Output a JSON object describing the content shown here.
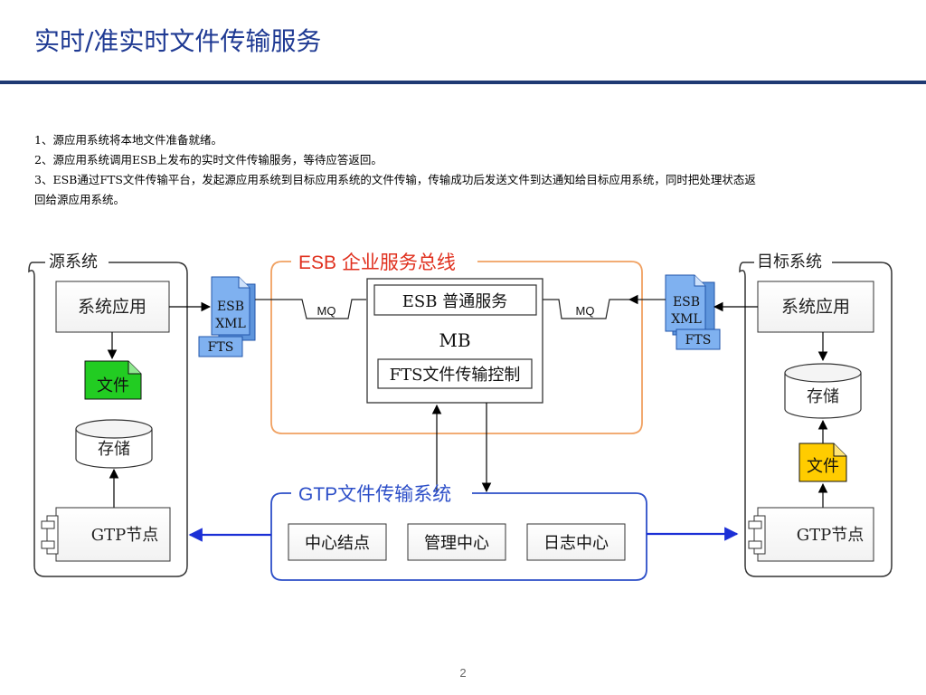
{
  "title": "实时/准实时文件传输服务",
  "description": [
    "1、源应用系统将本地文件准备就绪。",
    "2、源应用系统调用ESB上发布的实时文件传输服务，等待应答返回。",
    "3、ESB通过FTS文件传输平台，发起源应用系统到目标应用系统的文件传输，传输成功后发送文件到达通知给目标应用系统，同时把处理状态返",
    "回给源应用系统。"
  ],
  "source": {
    "label": "源系统",
    "app": "系统应用",
    "file": "文件",
    "storage": "存储",
    "node": "GTP节点"
  },
  "target": {
    "label": "目标系统",
    "app": "系统应用",
    "file": "文件",
    "storage": "存储",
    "node": "GTP节点"
  },
  "esb": {
    "label": "ESB 企业服务总线",
    "mb": "MB",
    "common_service": "ESB 普通服务",
    "fts_control": "FTS文件传输控制",
    "mq_left": "MQ",
    "mq_right": "MQ"
  },
  "doc_left": {
    "line1": "ESB",
    "line2": "XML",
    "tag": "FTS"
  },
  "doc_right": {
    "line1": "ESB",
    "line2": "XML",
    "tag": "FTS"
  },
  "gtp": {
    "label": "GTP文件传输系统",
    "center_node": "中心结点",
    "management": "管理中心",
    "log": "日志中心"
  },
  "page_number": "2",
  "colors": {
    "title": "#1f3a93",
    "esb_border": "#f0a060",
    "esb_label": "#e0301e",
    "gtp_border": "#2d4fc8",
    "gtp_label": "#2d4fc8",
    "doc_fill": "#7fb1f0",
    "source_file": "#22cc22",
    "target_file": "#ffcc00"
  }
}
